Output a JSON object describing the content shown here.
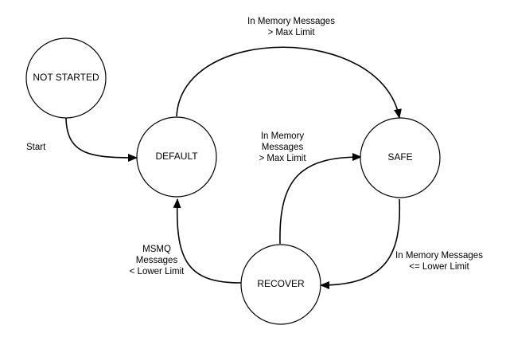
{
  "states": {
    "not_started": "NOT STARTED",
    "default": "DEFAULT",
    "safe": "SAFE",
    "recover": "RECOVER"
  },
  "transitions": {
    "start": {
      "lines": [
        "Start"
      ]
    },
    "default_to_safe": {
      "lines": [
        "In Memory Messages",
        "> Max Limit"
      ]
    },
    "recover_to_safe": {
      "lines": [
        "In Memory",
        "Messages",
        "> Max Limit"
      ]
    },
    "safe_to_recover": {
      "lines": [
        "In Memory Messages",
        "<= Lower Limit"
      ]
    },
    "recover_to_default": {
      "lines": [
        "MSMQ",
        "Messages",
        "< Lower Limit"
      ]
    }
  },
  "colors": {
    "stroke": "#000000",
    "background": "#ffffff"
  }
}
